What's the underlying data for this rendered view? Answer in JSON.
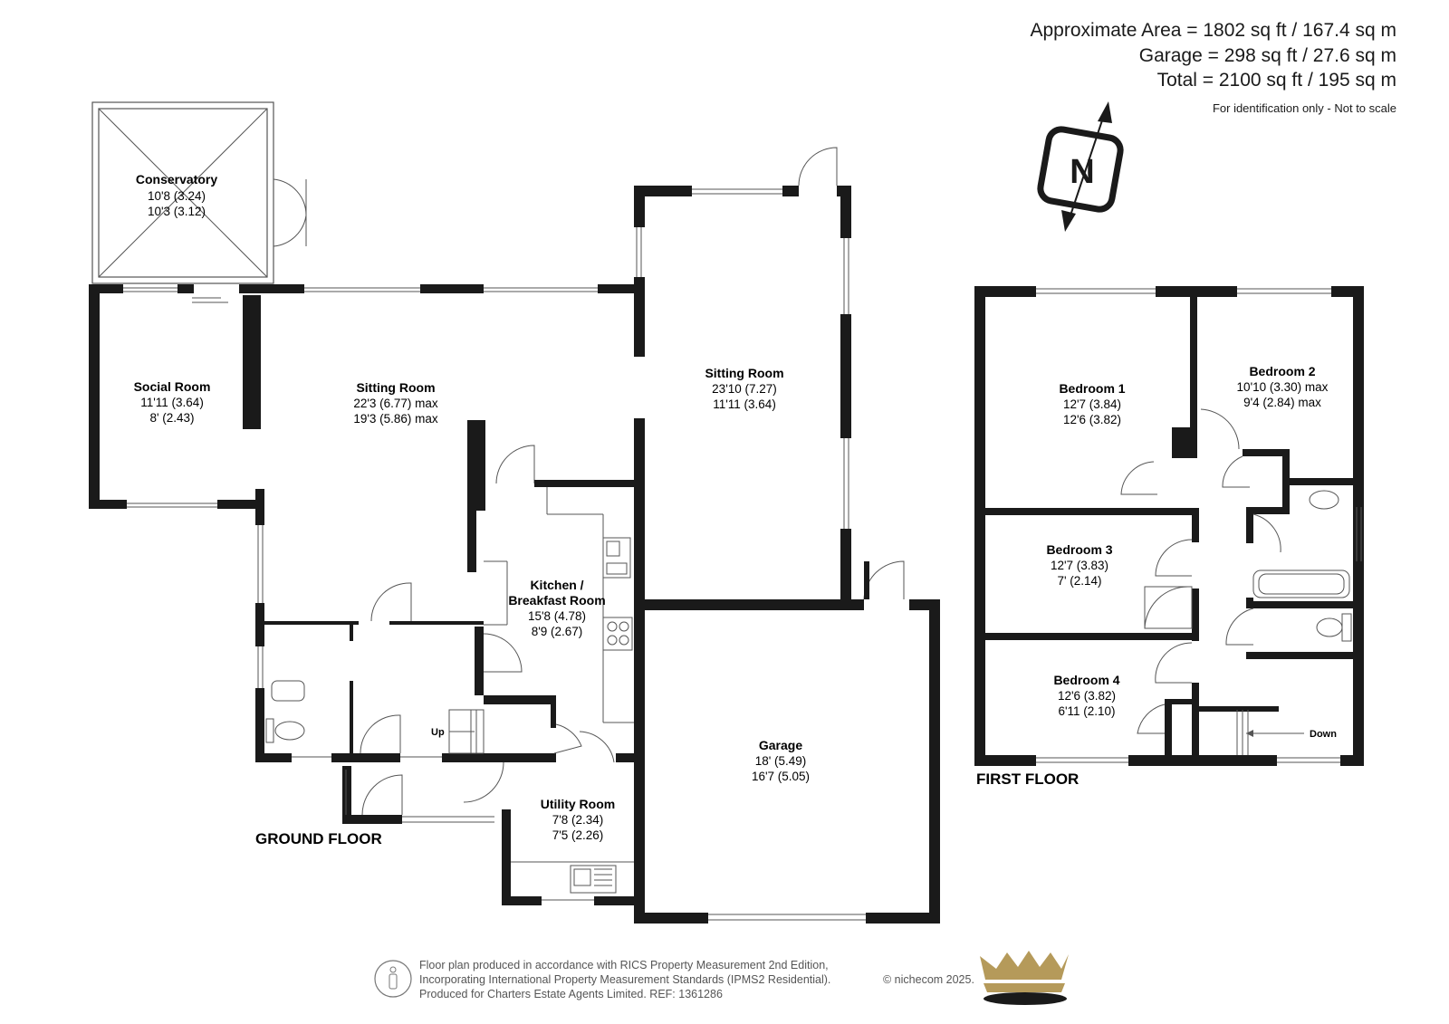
{
  "areas": {
    "approximate": "Approximate Area = 1802 sq ft / 167.4 sq m",
    "garage": "Garage = 298 sq ft / 27.6 sq m",
    "total": "Total = 2100 sq ft / 195 sq m",
    "note": "For identification only - Not to scale"
  },
  "compass": {
    "letter": "N",
    "icon": "north-compass-icon"
  },
  "floors": {
    "ground": "GROUND FLOOR",
    "first": "FIRST FLOOR"
  },
  "rooms": {
    "conservatory": {
      "name": "Conservatory",
      "dim1": "10'8 (3.24)",
      "dim2": "10'3 (3.12)"
    },
    "social": {
      "name": "Social Room",
      "dim1": "11'11 (3.64)",
      "dim2": "8' (2.43)"
    },
    "sitting1": {
      "name": "Sitting Room",
      "dim1": "22'3 (6.77) max",
      "dim2": "19'3 (5.86) max"
    },
    "sitting2": {
      "name": "Sitting Room",
      "dim1": "23'10 (7.27)",
      "dim2": "11'11 (3.64)"
    },
    "kitchen": {
      "name1": "Kitchen /",
      "name2": "Breakfast Room",
      "dim1": "15'8 (4.78)",
      "dim2": "8'9 (2.67)"
    },
    "garage": {
      "name": "Garage",
      "dim1": "18' (5.49)",
      "dim2": "16'7 (5.05)"
    },
    "utility": {
      "name": "Utility Room",
      "dim1": "7'8 (2.34)",
      "dim2": "7'5 (2.26)"
    },
    "bed1": {
      "name": "Bedroom 1",
      "dim1": "12'7 (3.84)",
      "dim2": "12'6 (3.82)"
    },
    "bed2": {
      "name": "Bedroom 2",
      "dim1": "10'10 (3.30) max",
      "dim2": "9'4 (2.84) max"
    },
    "bed3": {
      "name": "Bedroom 3",
      "dim1": "12'7 (3.83)",
      "dim2": "7' (2.14)"
    },
    "bed4": {
      "name": "Bedroom 4",
      "dim1": "12'6 (3.82)",
      "dim2": "6'11 (2.10)"
    }
  },
  "stairs": {
    "up": "Up",
    "down": "Down"
  },
  "footer": {
    "line1": "Floor plan produced in accordance with RICS Property Measurement 2nd Edition,",
    "line2": "Incorporating International Property Measurement Standards (IPMS2 Residential).",
    "line3": "Produced for Charters Estate Agents Limited.   REF: 1361286",
    "copyright": "© nichecom 2025.",
    "logo": "crown-logo-icon",
    "person_icon": "person-icon"
  }
}
